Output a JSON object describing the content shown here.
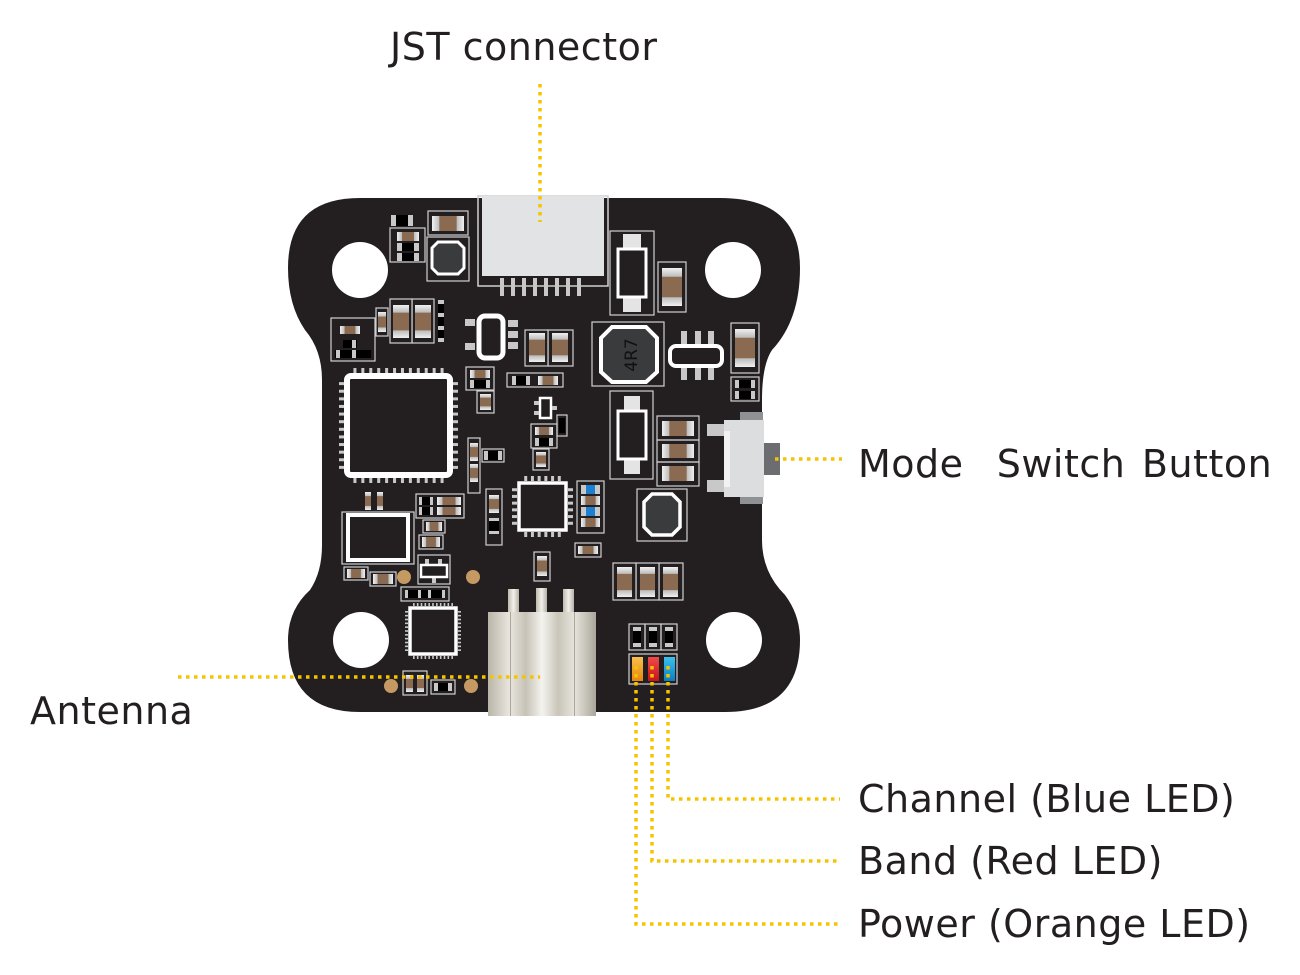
{
  "diagram": {
    "title": "Video transmitter board component callouts",
    "colors": {
      "board": "#231f20",
      "leader": "#f5c400",
      "text": "#231f20",
      "component_outline": "#d0d0d0",
      "pad": "#c8c8c8",
      "resistor_body": "#8a6a50",
      "jst_body": "#e2e3e5",
      "led_orange": "#f39a1e",
      "led_red": "#e4202a",
      "led_blue": "#1d9ad6",
      "via_gold": "#c49a62"
    },
    "inductor_marking": "4R7",
    "labels": {
      "jst": "JST connector",
      "mode_switch": "Mode  Switch Button",
      "antenna": "Antenna",
      "channel": "Channel (Blue LED)",
      "band": "Band (Red LED)",
      "power": "Power (Orange LED)"
    },
    "leds": [
      {
        "name": "power",
        "color": "orange"
      },
      {
        "name": "band",
        "color": "red"
      },
      {
        "name": "channel",
        "color": "blue"
      }
    ]
  }
}
